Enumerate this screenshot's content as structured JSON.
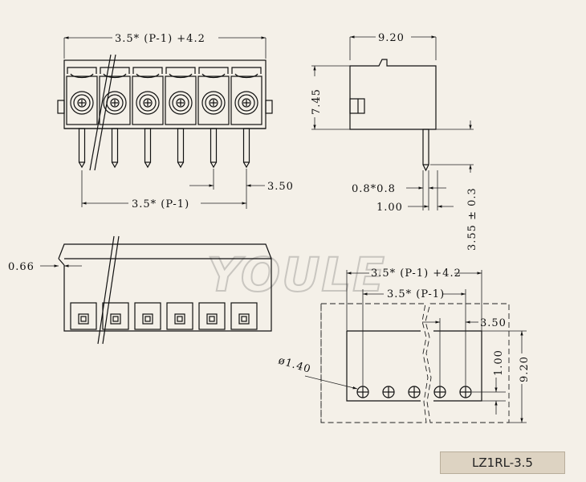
{
  "watermark": "YOULE",
  "model": "LZ1RL-3.5",
  "front_view": {
    "overall_width": "3.5* (P-1) +4.2",
    "pitch_label": "3.50",
    "pitch_span": "3.5* (P-1)"
  },
  "side_view": {
    "width": "9.20",
    "height": "7.45",
    "pin_section": "0.8*0.8",
    "pin_offset": "1.00",
    "pin_length": "3.55 ± 0.3"
  },
  "bottom_view": {
    "offset": "0.66"
  },
  "pcb_layout": {
    "overall_width": "3.5* (P-1) +4.2",
    "pitch_span": "3.5* (P-1)",
    "pitch": "3.50",
    "row_offset": "1.00",
    "depth": "9.20",
    "hole_diameter": "ø1.40"
  },
  "colors": {
    "background": "#f4f0e8",
    "line": "#111111",
    "label_bg": "#ddd3c2"
  }
}
